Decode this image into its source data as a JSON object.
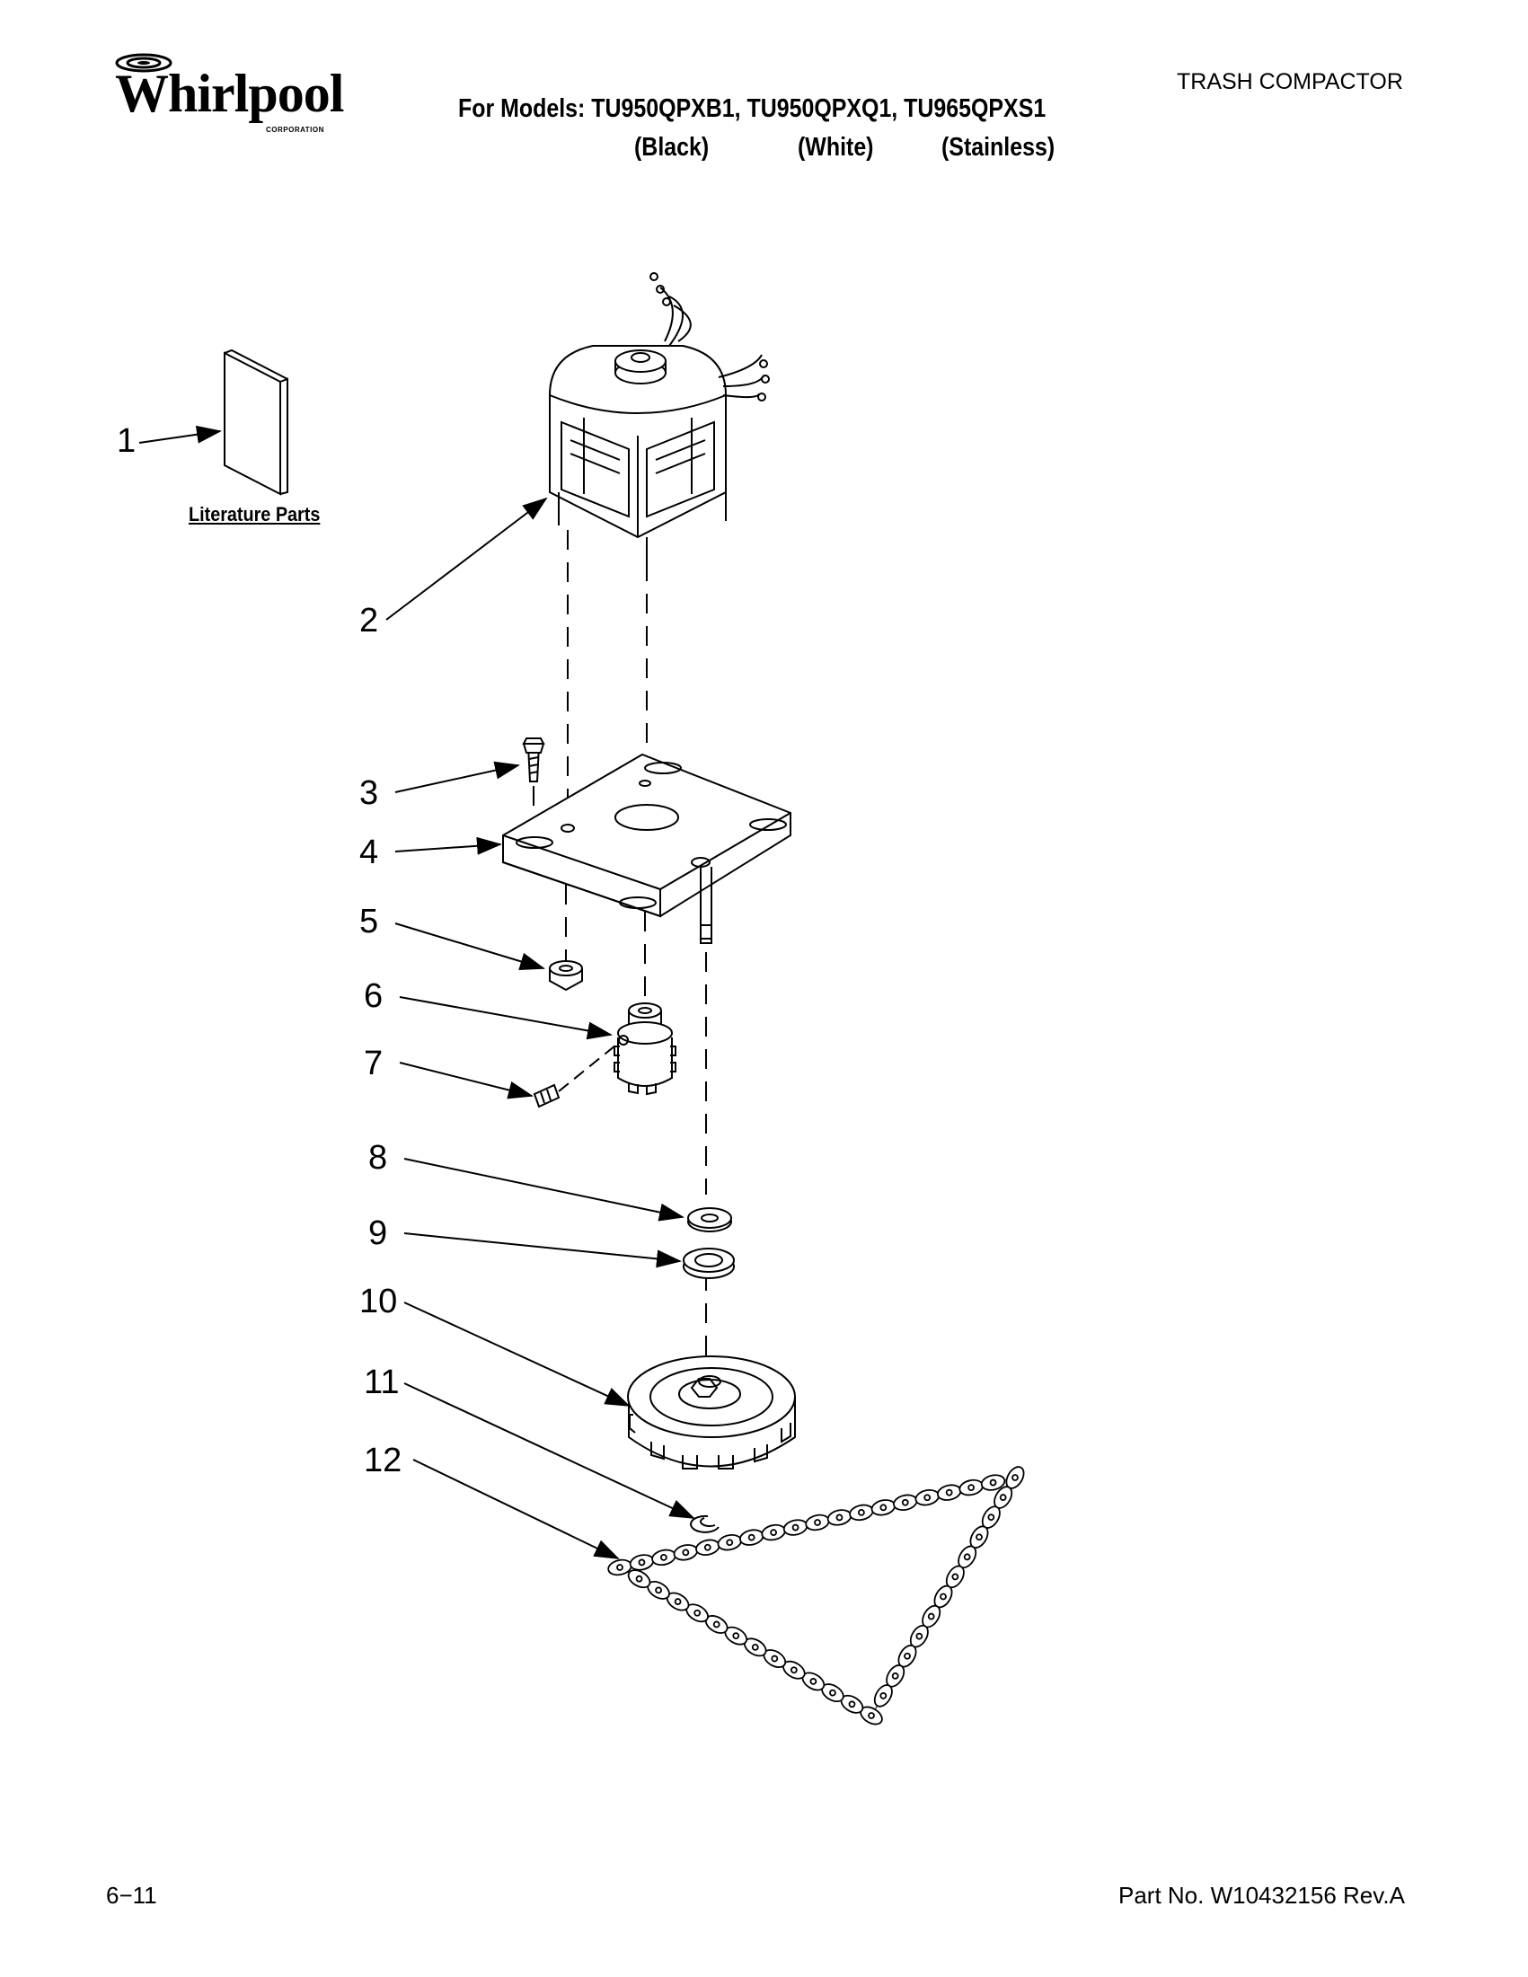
{
  "header": {
    "brand": "Whirlpool",
    "brand_sub": "CORPORATION",
    "category": "TRASH COMPACTOR",
    "models_line": "For Models: TU950QPXB1, TU950QPXQ1, TU965QPXS1",
    "colors": [
      "(Black)",
      "(White)",
      "(Stainless)"
    ]
  },
  "diagram": {
    "literature_label": "Literature Parts",
    "callouts": [
      "1",
      "2",
      "3",
      "4",
      "5",
      "6",
      "7",
      "8",
      "9",
      "10",
      "11",
      "12"
    ]
  },
  "footer": {
    "date": "6−11",
    "part_number": "Part No. W10432156 Rev.A"
  }
}
